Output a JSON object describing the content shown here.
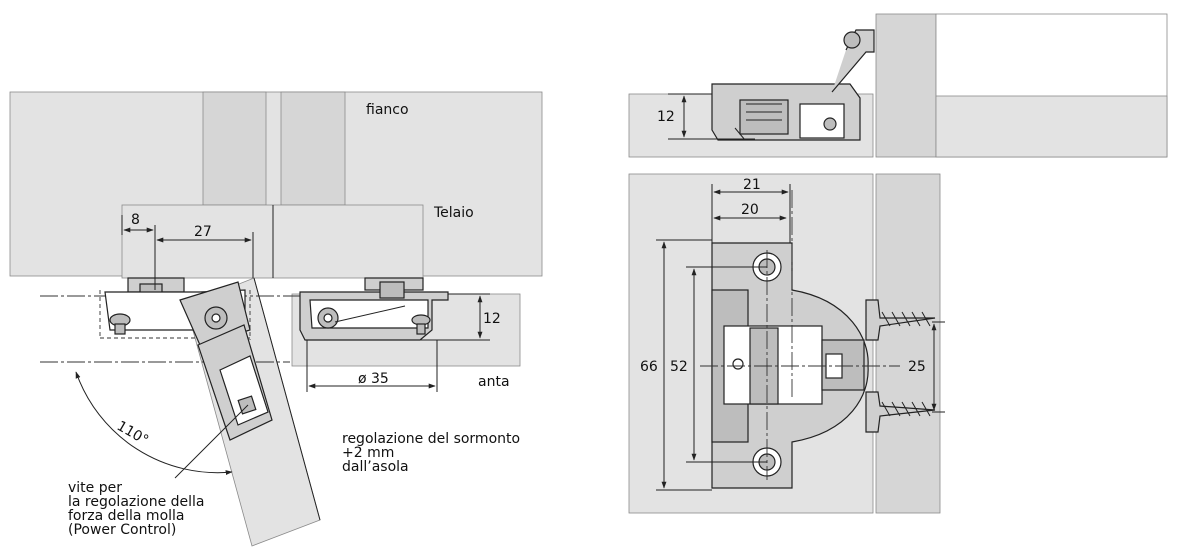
{
  "left_view": {
    "labels": {
      "fianco": "fianco",
      "telaio": "Telaio",
      "anta": "anta"
    },
    "dimensions": {
      "d8": "8",
      "d27": "27",
      "d12": "12",
      "d35": "ø 35"
    },
    "angle": "110°",
    "notes": {
      "regolazione": "regolazione del sormonto\n+2 mm\ndall’asola",
      "vite": "vite per\nla regolazione della\nforza della molla\n(Power Control)"
    }
  },
  "right_top_view": {
    "dimensions": {
      "d12": "12"
    }
  },
  "right_bottom_view": {
    "dimensions": {
      "d21": "21",
      "d20": "20",
      "d66": "66",
      "d52": "52",
      "d25": "25"
    }
  },
  "colors": {
    "panel": "#e3e3e3",
    "metal": "#cfcfcf",
    "line": "#222222"
  }
}
